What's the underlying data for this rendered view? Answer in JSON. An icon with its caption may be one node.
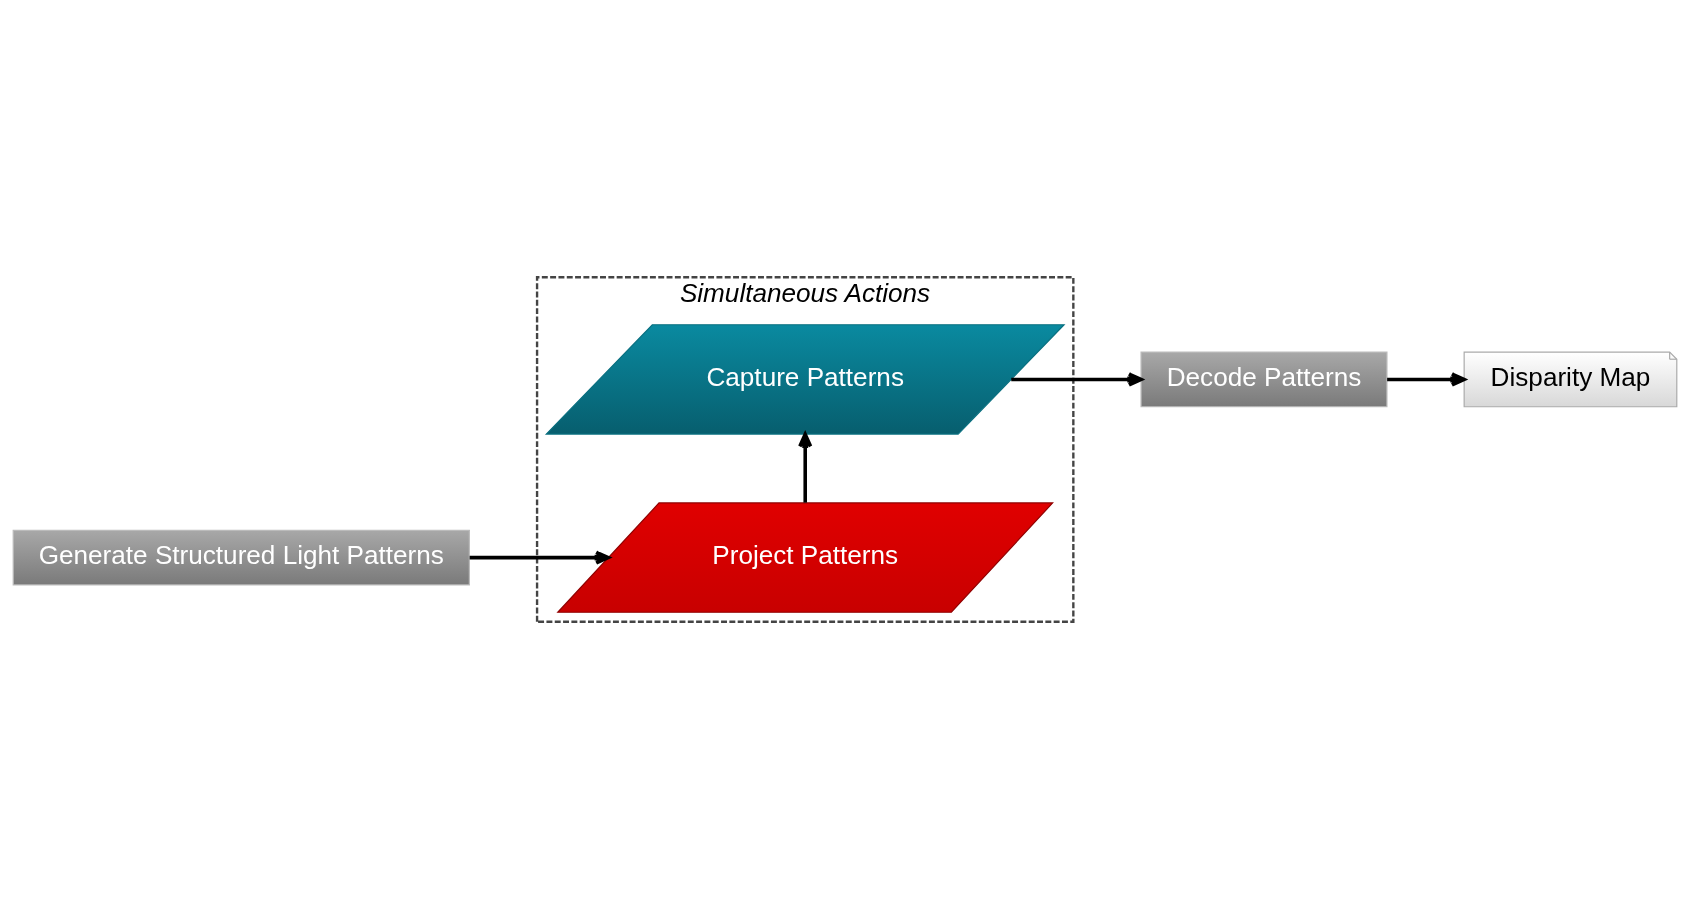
{
  "diagram": {
    "nodes": [
      {
        "text": [
          "Simultaneous Actions"
        ]
      },
      {
        "text": [
          "Capture Patterns"
        ],
        "in": 0
      },
      {
        "text": [
          "Project Patterns"
        ],
        "in": 0
      },
      {
        "text": [
          "Generate Structured Light Patterns"
        ]
      },
      {
        "text": [
          "Decode Patterns"
        ]
      },
      {
        "text": [
          "Disparity Map"
        ]
      }
    ],
    "edges": [
      {
        "from": 3,
        "to": 2,
        "arrow": "to"
      },
      {
        "from": 2,
        "to": 1,
        "arrow": "to"
      },
      {
        "from": 1,
        "to": 4,
        "arrow": "to"
      },
      {
        "from": 4,
        "to": 5,
        "arrow": "to"
      }
    ]
  }
}
